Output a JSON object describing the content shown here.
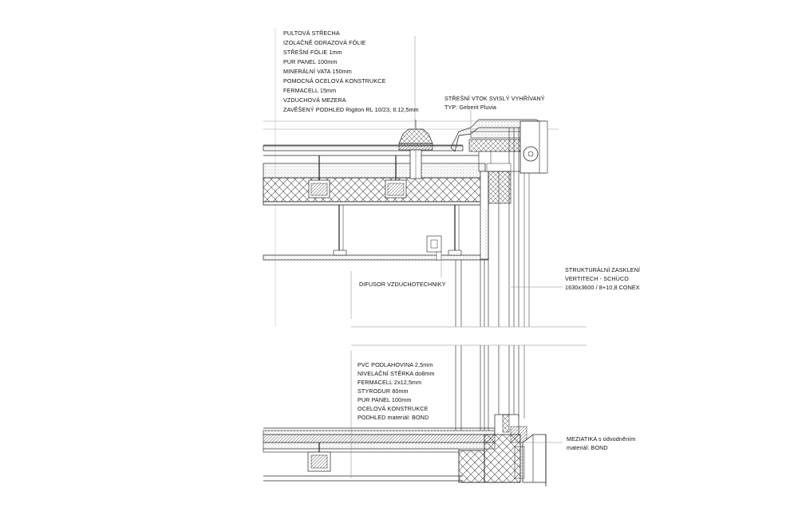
{
  "annotations": {
    "roof": {
      "lines": [
        "PULTOVÁ STŘECHA",
        "IZOLAČNĚ ODRAZOVÁ FÓLIE",
        "STŘEŠNÍ FÓLIE 1mm",
        "PUR PANEL 100mm",
        "MINERÁLNÍ VATA 150mm",
        "POMOCNÁ OCELOVÁ KONSTRUKCE",
        "FERMACELL 15mm",
        "VZDUCHOVÁ MEZERA",
        "ZAVĚŠENÝ PODHLED Rigiton RL 10/23, tl.12,5mm"
      ]
    },
    "drain": {
      "lines": [
        "STŘEŠNÍ VTOK SVISLÝ VYHŘÍVANÝ",
        "TYP: Geberit Pluvia"
      ]
    },
    "diffuser": {
      "lines": [
        "DIFUSOR VZDUCHOTECHNIKY"
      ]
    },
    "glazing": {
      "lines": [
        "STRUKTURÁLNÍ ZASKLENÍ",
        "VERTITECH - SCHÜCO",
        "1630x3600 / 8+10,8 CONEX"
      ]
    },
    "floor": {
      "lines": [
        "PVC PODLAHOVINA 2,5mm",
        "NIVELAČNÍ STĚRKA do8mm",
        "FERMACELL 2x12,5mm",
        "STYRODUR 80mm",
        "PUR PANEL 100mm",
        "OCELOVÁ KONSTRUKCE",
        "PODHLED materiál: BOND"
      ]
    },
    "mezzanine": {
      "lines": [
        "MEZIATIKA s odvodněním",
        "materiál: BOND"
      ]
    }
  },
  "colors": {
    "line": "#222222",
    "hatch": "#555555",
    "leader": "#888888"
  }
}
